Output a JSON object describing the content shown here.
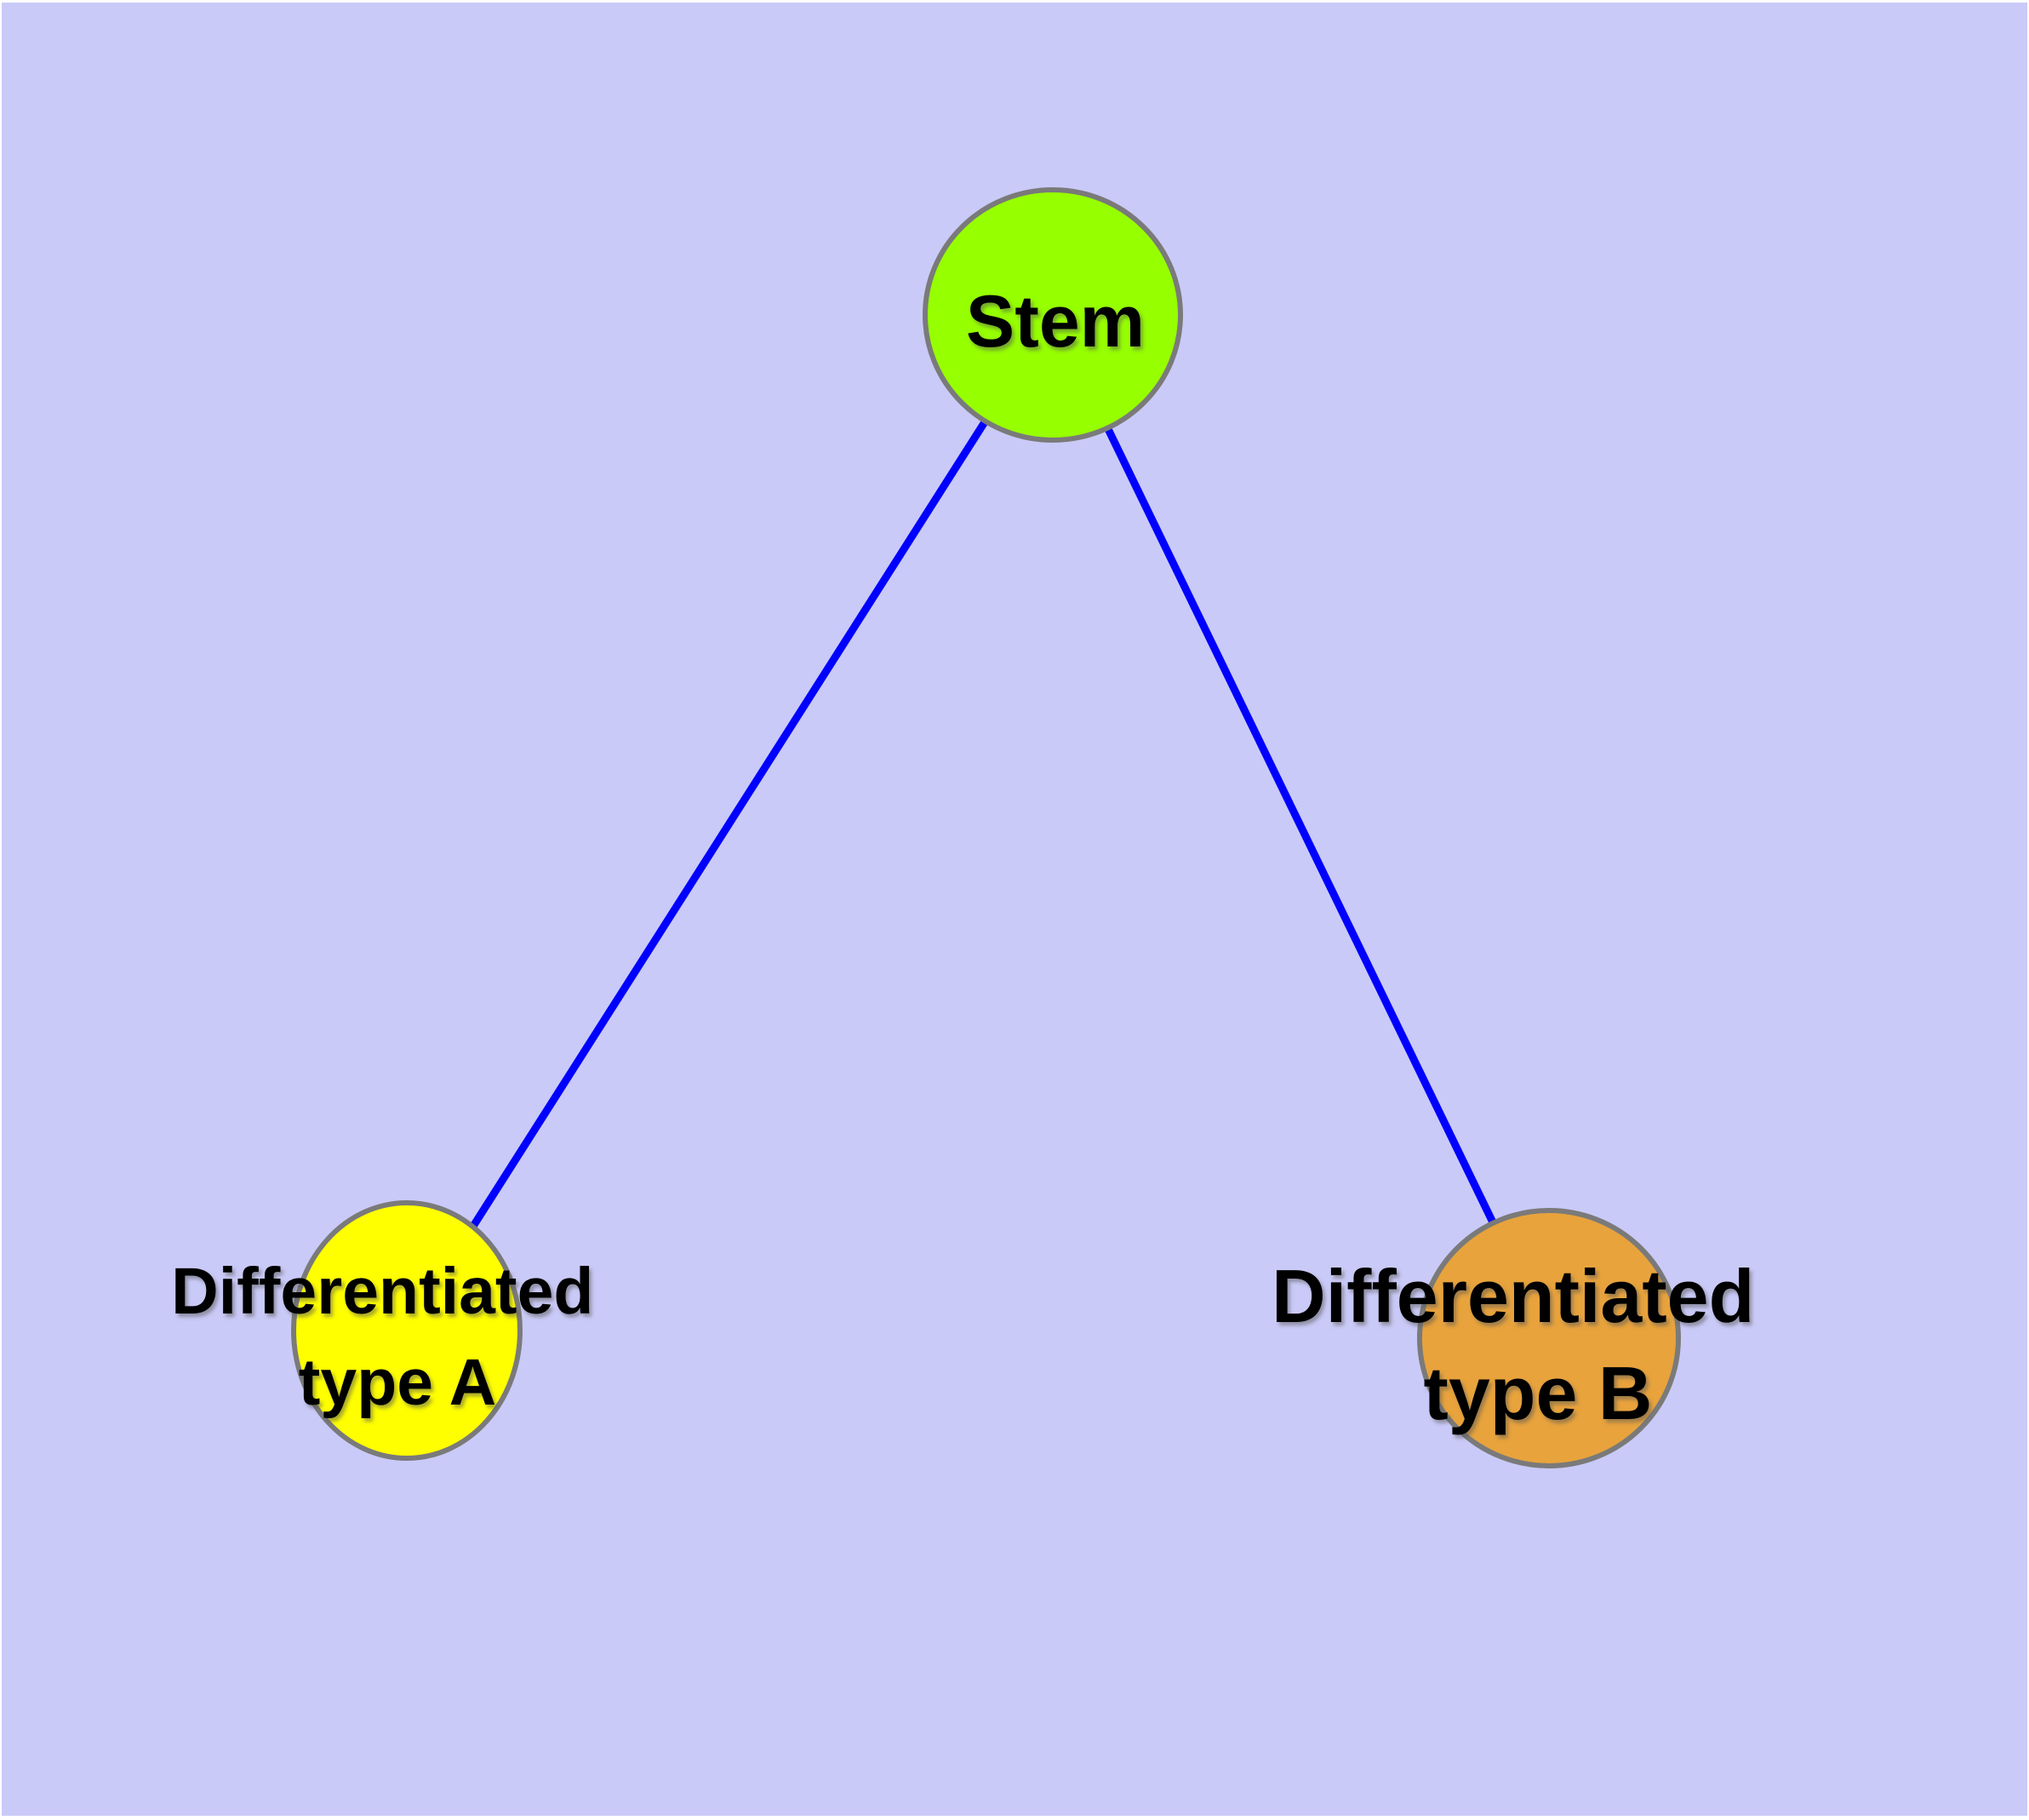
{
  "canvas": {
    "background_color": "#CACAF8",
    "edge_color": "#0000FF",
    "node_border_color": "#7A7A7A",
    "label_color": "#000000"
  },
  "nodes": {
    "stem": {
      "label": "Stem",
      "fill": "#96FF00"
    },
    "type_a": {
      "label_line1": "Differentiated",
      "label_line2": "type A",
      "fill": "#FFFF00"
    },
    "type_b": {
      "label_line1": "Differentiated",
      "label_line2": "type B",
      "fill": "#E8A33C"
    }
  },
  "edges": [
    {
      "from": "stem",
      "to": "type_a"
    },
    {
      "from": "stem",
      "to": "type_b"
    }
  ]
}
